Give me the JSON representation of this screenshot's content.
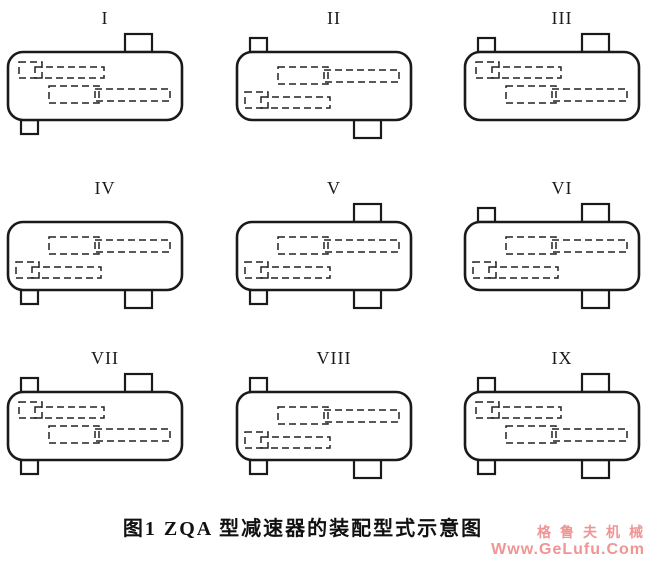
{
  "caption": {
    "text": "图1  ZQA 型减速器的装配型式示意图"
  },
  "watermark": {
    "line1": "格鲁夫机械",
    "line2": "Www.GeLufu.Com",
    "color": "#F09494"
  },
  "colors": {
    "ink": "#1a1a1a"
  },
  "figures": [
    {
      "label": "I",
      "top_glyph": "small",
      "tabs": [
        "top-large",
        "bottom-small"
      ]
    },
    {
      "label": "II",
      "top_glyph": "large",
      "tabs": [
        "top-small",
        "bottom-large"
      ]
    },
    {
      "label": "III",
      "top_glyph": "small",
      "tabs": [
        "top-small",
        "top-large"
      ]
    },
    {
      "label": "IV",
      "top_glyph": "large",
      "tabs": [
        "bottom-small",
        "bottom-large"
      ]
    },
    {
      "label": "V",
      "top_glyph": "large",
      "tabs": [
        "top-large",
        "bottom-small",
        "bottom-large"
      ]
    },
    {
      "label": "VI",
      "top_glyph": "large",
      "tabs": [
        "top-small",
        "top-large",
        "bottom-large"
      ]
    },
    {
      "label": "VII",
      "top_glyph": "small",
      "tabs": [
        "top-small",
        "top-large",
        "bottom-small"
      ]
    },
    {
      "label": "VIII",
      "top_glyph": "large",
      "tabs": [
        "top-small",
        "bottom-small",
        "bottom-large"
      ]
    },
    {
      "label": "IX",
      "top_glyph": "small",
      "tabs": [
        "top-small",
        "top-large",
        "bottom-small",
        "bottom-large"
      ]
    }
  ]
}
